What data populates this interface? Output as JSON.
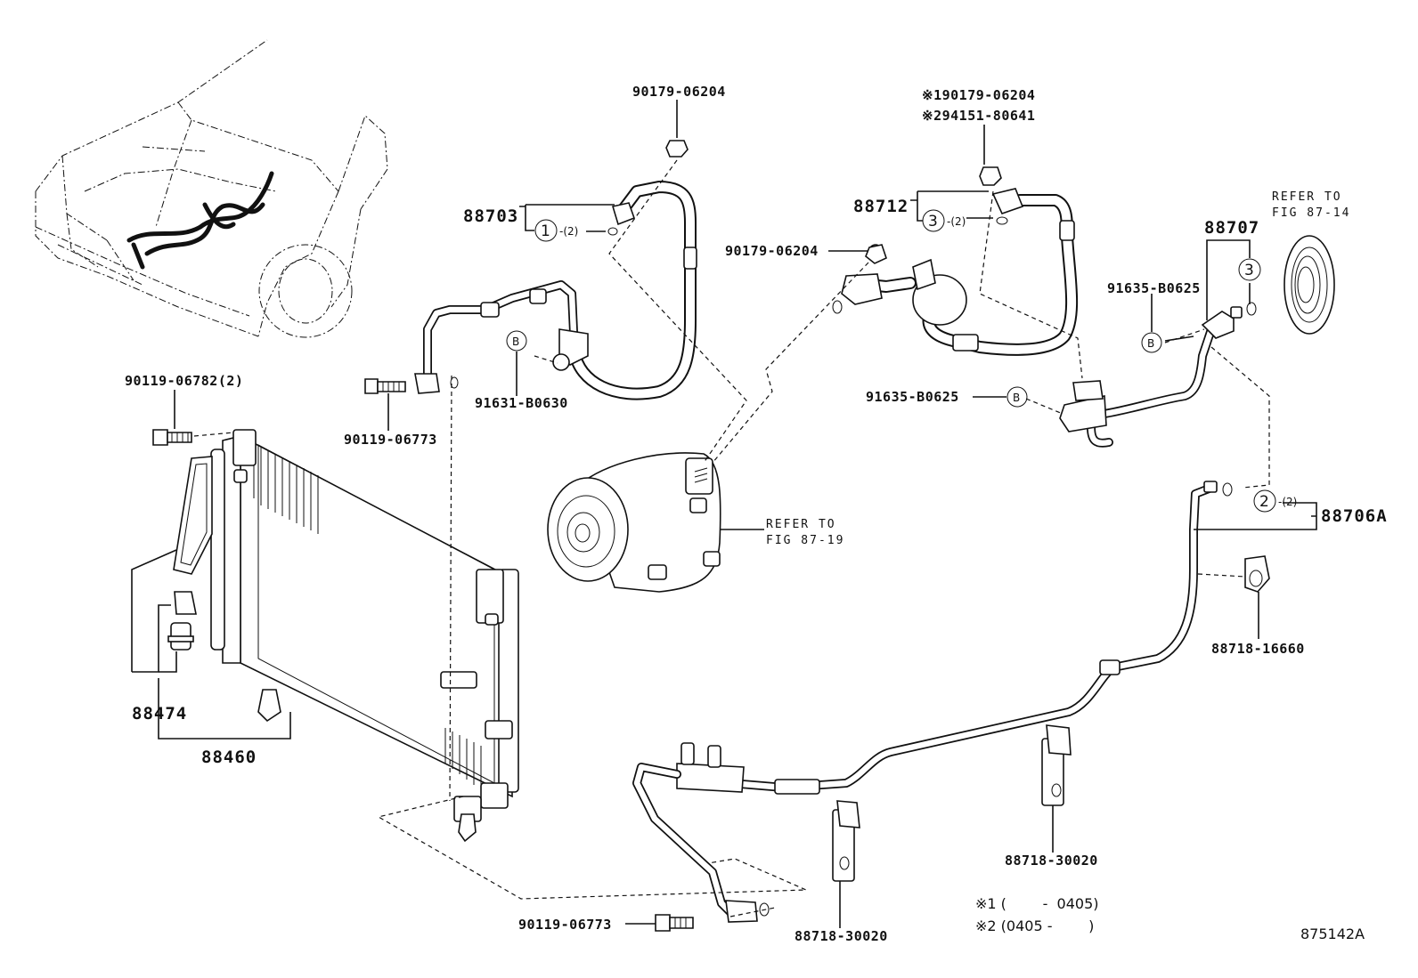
{
  "diagram": {
    "labels": {
      "p90179_top": "90179-06204",
      "p90179_mid": "90179-06204",
      "note1_part": "※190179-06204",
      "note2_part": "※294151-80641",
      "p88703": "88703",
      "p88712": "88712",
      "p88707": "88707",
      "p88706a": "88706A",
      "p88474": "88474",
      "p88460": "88460",
      "p90119_06782": "90119-06782(2)",
      "p90119_06773_a": "90119-06773",
      "p90119_06773_b": "90119-06773",
      "p91631": "91631-B0630",
      "p91635_a": "91635-B0625",
      "p91635_b": "91635-B0625",
      "p88718_16660": "88718-16660",
      "p88718_30020_a": "88718-30020",
      "p88718_30020_b": "88718-30020",
      "refer_87_19_a": "REFER TO",
      "refer_87_19_b": "FIG 87-19",
      "refer_87_14_a": "REFER TO",
      "refer_87_14_b": "FIG 87-14",
      "qty_1": "-(2)",
      "qty_2": "-(2)",
      "qty_3": "-(2)",
      "circle_1": "1",
      "circle_2": "2",
      "circle_3a": "3",
      "circle_3b": "3",
      "circle_b1": "B",
      "circle_b2": "B",
      "circle_b3": "B",
      "legend_1": "※1 (        -  0405)",
      "legend_2": "※2 (0405 -        )",
      "figure_code": "875142A"
    }
  }
}
